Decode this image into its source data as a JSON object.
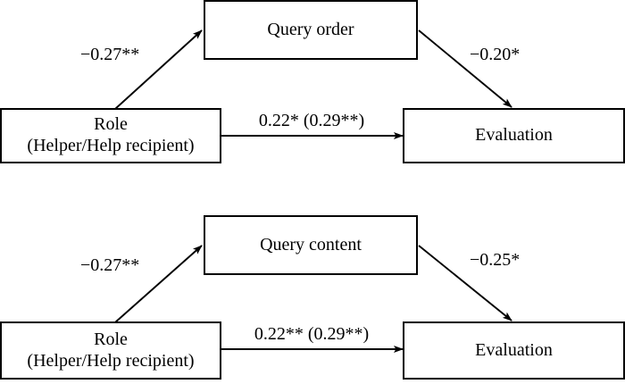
{
  "figure": {
    "background_color": "#ffffff",
    "stroke_color": "#000000",
    "models": [
      {
        "id": "model-query-order",
        "nodes": {
          "predictor": {
            "line1": "Role",
            "line2": "(Helper/Help recipient)"
          },
          "mediator": {
            "line1": "Query order"
          },
          "outcome": {
            "line1": "Evaluation"
          }
        },
        "edges": {
          "predictor_to_mediator": "−0.27**",
          "mediator_to_outcome": "−0.20*",
          "predictor_to_outcome": "0.22* (0.29**)"
        }
      },
      {
        "id": "model-query-content",
        "nodes": {
          "predictor": {
            "line1": "Role",
            "line2": "(Helper/Help recipient)"
          },
          "mediator": {
            "line1": "Query content"
          },
          "outcome": {
            "line1": "Evaluation"
          }
        },
        "edges": {
          "predictor_to_mediator": "−0.27**",
          "mediator_to_outcome": "−0.25*",
          "predictor_to_outcome": "0.22** (0.29**)"
        }
      }
    ]
  }
}
